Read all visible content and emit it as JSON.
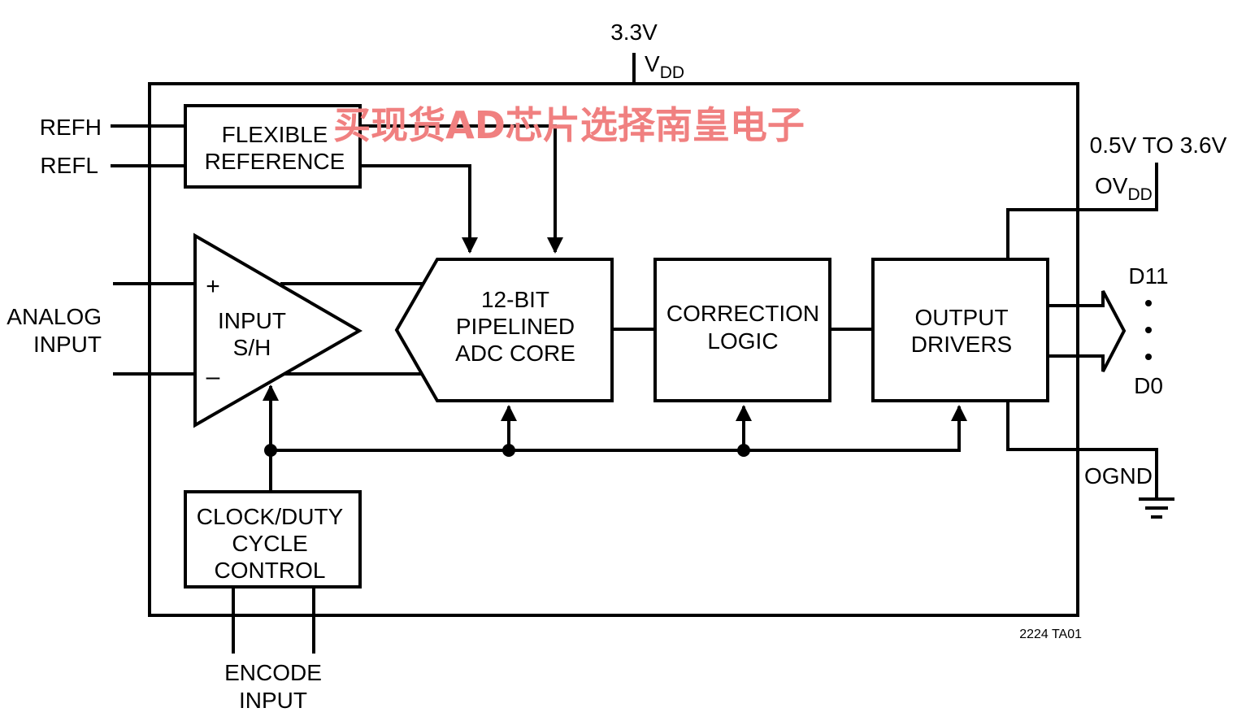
{
  "supply": {
    "voltage": "3.3V",
    "name": "V",
    "sub": "DD"
  },
  "ref_pins": {
    "refh": "REFH",
    "refl": "REFL"
  },
  "analog_input": {
    "line1": "ANALOG",
    "line2": "INPUT",
    "plus": "+",
    "minus": "–"
  },
  "blocks": {
    "flexible_reference": [
      "FLEXIBLE",
      "REFERENCE"
    ],
    "input_sh": [
      "INPUT",
      "S/H"
    ],
    "adc_core": [
      "12-BIT",
      "PIPELINED",
      "ADC CORE"
    ],
    "correction_logic": [
      "CORRECTION",
      "LOGIC"
    ],
    "output_drivers": [
      "OUTPUT",
      "DRIVERS"
    ],
    "clock_control": [
      "CLOCK/DUTY",
      "CYCLE",
      "CONTROL"
    ]
  },
  "output_supply": {
    "range": "0.5V TO 3.6V",
    "name": "OV",
    "sub": "DD"
  },
  "data_outputs": {
    "msb": "D11",
    "lsb": "D0"
  },
  "ground": {
    "label": "OGND"
  },
  "encode_input": {
    "line1": "ENCODE",
    "line2": "INPUT"
  },
  "figure_id": "2224 TA01",
  "watermark": "买现货AD芯片选择南皇电子"
}
